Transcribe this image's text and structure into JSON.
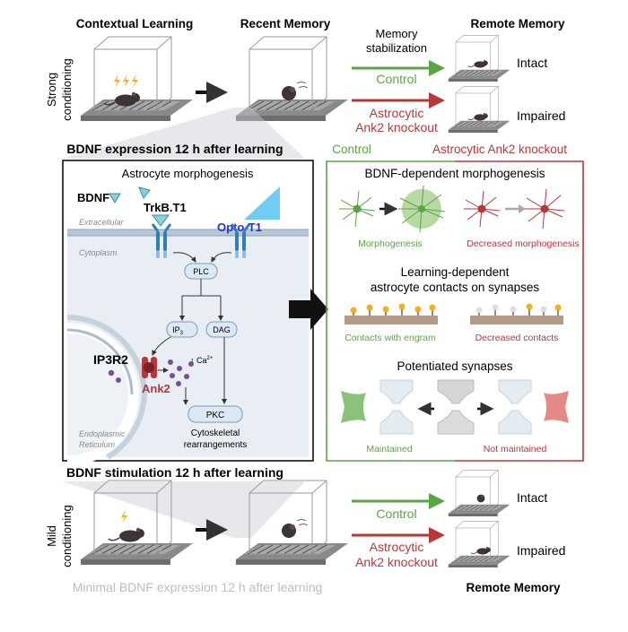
{
  "headers": {
    "contextual_learning": "Contextual Learning",
    "recent_memory": "Recent Memory",
    "remote_memory": "Remote Memory",
    "memory_stabilization_1": "Memory",
    "memory_stabilization_2": "stabilization"
  },
  "rows": {
    "strong_1": "Strong",
    "strong_2": "conditioning",
    "mild_1": "Mild",
    "mild_2": "conditioning"
  },
  "outcomes": {
    "control": "Control",
    "knockout_1": "Astrocytic",
    "knockout_2": "Ank2 knockout",
    "intact": "Intact",
    "impaired": "Impaired"
  },
  "sections": {
    "bdnf_expression": "BDNF expression 12 h after learning",
    "bdnf_stimulation": "BDNF stimulation 12 h after learning",
    "minimal_bdnf": "Minimal BDNF expression 12 h after learning"
  },
  "pathway": {
    "title": "Astrocyte morphogenesis",
    "bdnf": "BDNF",
    "trkb": "TrkB.T1",
    "opto": "Opto-T1",
    "extracellular": "Extracellular",
    "cytoplasm": "Cytoplasm",
    "plc": "PLC",
    "ip3_base": "IP",
    "ip3_sub": "3",
    "dag": "DAG",
    "ip3r2": "IP3R2",
    "ca_base": "↑ Ca",
    "ca_sup": "2+",
    "ank2": "Ank2",
    "pkc": "PKC",
    "cyto_1": "Cytoskeletal",
    "cyto_2": "rearrangements",
    "er_1": "Endoplasmic",
    "er_2": "Reticulum"
  },
  "results": {
    "control_header": "Control",
    "knockout_header": "Astrocytic Ank2 knockout",
    "morph_title": "BDNF-dependent morphogenesis",
    "morphogenesis": "Morphogenesis",
    "decreased_morph": "Decreased morphogenesis",
    "contacts_title_1": "Learning-dependent",
    "contacts_title_2": "astrocyte contacts on synapses",
    "contacts_engram": "Contacts with engram",
    "decreased_contacts": "Decreased contacts",
    "potentiated": "Potentiated synapses",
    "maintained": "Maintained",
    "not_maintained": "Not maintained"
  },
  "colors": {
    "green": "#5aa543",
    "red": "#b7373a",
    "gray_text": "#bdbdbd",
    "opto_blue": "#2233cc",
    "cell_fill": "#e8eef4",
    "node_fill": "#dce8f3"
  }
}
